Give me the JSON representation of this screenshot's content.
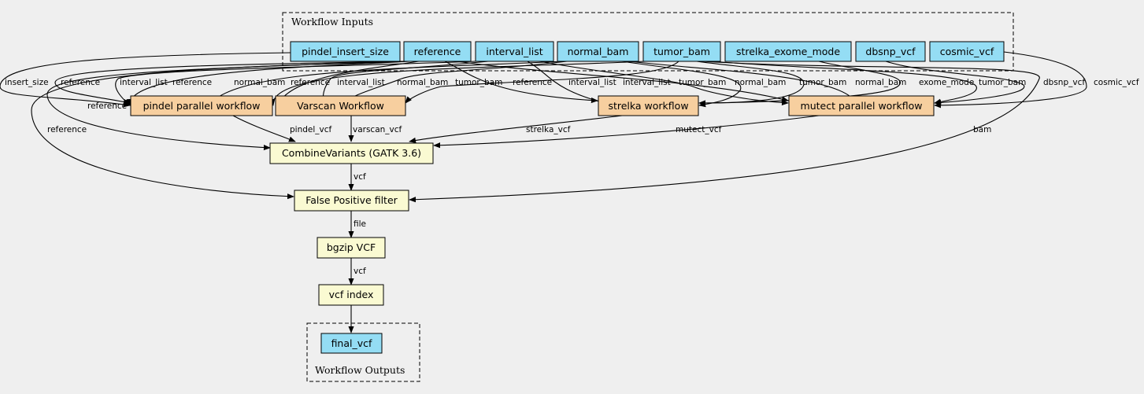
{
  "colors": {
    "background": "#efefef",
    "input_fill": "#94ddf4",
    "workflow_fill": "#f7cf9f",
    "tool_fill": "#fafad2",
    "stroke": "#000000"
  },
  "clusters": {
    "inputs_label": "Workflow Inputs",
    "outputs_label": "Workflow Outputs"
  },
  "nodes": {
    "pindel_insert_size": "pindel_insert_size",
    "reference": "reference",
    "interval_list": "interval_list",
    "normal_bam": "normal_bam",
    "tumor_bam": "tumor_bam",
    "strelka_exome_mode": "strelka_exome_mode",
    "dbsnp_vcf": "dbsnp_vcf",
    "cosmic_vcf": "cosmic_vcf",
    "pindel": "pindel parallel workflow",
    "varscan": "Varscan Workflow",
    "strelka": "strelka workflow",
    "mutect": "mutect parallel workflow",
    "combine": "CombineVariants (GATK 3.6)",
    "fpfilter": "False Positive filter",
    "bgzip": "bgzip VCF",
    "index": "vcf index",
    "final_vcf": "final_vcf"
  },
  "edge_labels": {
    "insert_size": "insert_size",
    "reference": "reference",
    "interval_list": "interval_list",
    "normal_bam": "normal_bam",
    "tumor_bam": "tumor_bam",
    "exome_mode": "exome_mode",
    "dbsnp_vcf": "dbsnp_vcf",
    "cosmic_vcf": "cosmic_vcf",
    "pindel_vcf": "pindel_vcf",
    "varscan_vcf": "varscan_vcf",
    "strelka_vcf": "strelka_vcf",
    "mutect_vcf": "mutect_vcf",
    "vcf": "vcf",
    "bam": "bam",
    "file": "file"
  }
}
